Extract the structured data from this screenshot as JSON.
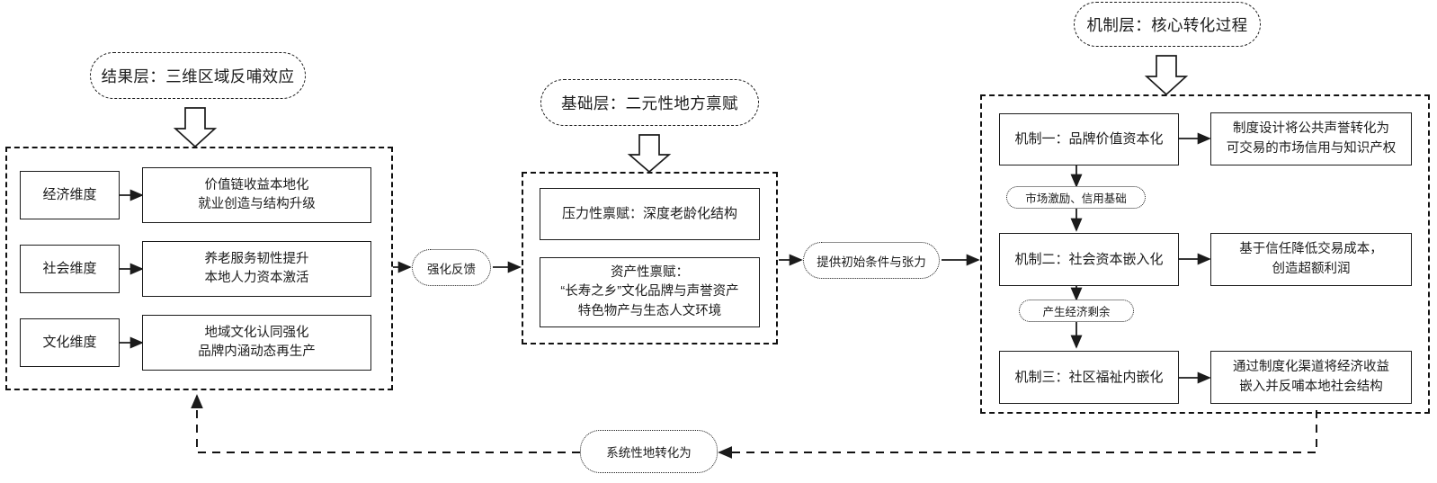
{
  "diagram": {
    "title_outcome_layer": "结果层：三维区域反哺效应",
    "title_foundation_layer": "基础层：二元性地方禀赋",
    "title_mechanism_layer": "机制层：核心转化过程",
    "outcome_panel": {
      "rows": [
        {
          "dimension": "经济维度",
          "effect_line1": "价值链收益本地化",
          "effect_line2": "就业创造与结构升级"
        },
        {
          "dimension": "社会维度",
          "effect_line1": "养老服务韧性提升",
          "effect_line2": "本地人力资本激活"
        },
        {
          "dimension": "文化维度",
          "effect_line1": "地域文化认同强化",
          "effect_line2": "品牌内涵动态再生产"
        }
      ]
    },
    "foundation_panel": {
      "pressure_endowment": "压力性禀赋：深度老龄化结构",
      "asset_endowment_line1": "资产性禀赋：",
      "asset_endowment_line2": "“长寿之乡”文化品牌与声誉资产",
      "asset_endowment_line3": "特色物产与生态人文环境"
    },
    "mechanism_panel": {
      "mechanisms": [
        {
          "name": "机制一：品牌价值资本化",
          "outcome_line1": "制度设计将公共声誉转化为",
          "outcome_line2": "可交易的市场信用与知识产权"
        },
        {
          "name": "机制二：社会资本嵌入化",
          "outcome_line1": "基于信任降低交易成本，",
          "outcome_line2": "创造超额利润"
        },
        {
          "name": "机制三：社区福祉内嵌化",
          "outcome_line1": "通过制度化渠道将经济收益",
          "outcome_line2": "嵌入并反哺本地社会结构"
        }
      ],
      "inner_links": [
        "市场激励、信用基础",
        "产生经济剩余"
      ]
    },
    "connectors": {
      "reinforcing_feedback": "强化反馈",
      "initial_conditions": "提供初始条件与张力",
      "systemic_transform": "系统性地转化为"
    },
    "colors": {
      "ink": "#1b1b1b",
      "panel_border": "#111111",
      "background": "#ffffff"
    }
  }
}
